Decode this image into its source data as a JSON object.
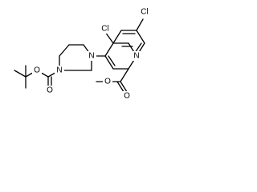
{
  "molecule": {
    "atoms": {
      "cl1": "Cl",
      "cl2": "Cl",
      "n_ring1": "N",
      "n_ring2": "N",
      "n_quinoline": "N",
      "o_carbonyl_boc": "O",
      "o_ether_boc": "O",
      "o_carbonyl_ester": "O",
      "o_ether_ester": "O"
    }
  }
}
